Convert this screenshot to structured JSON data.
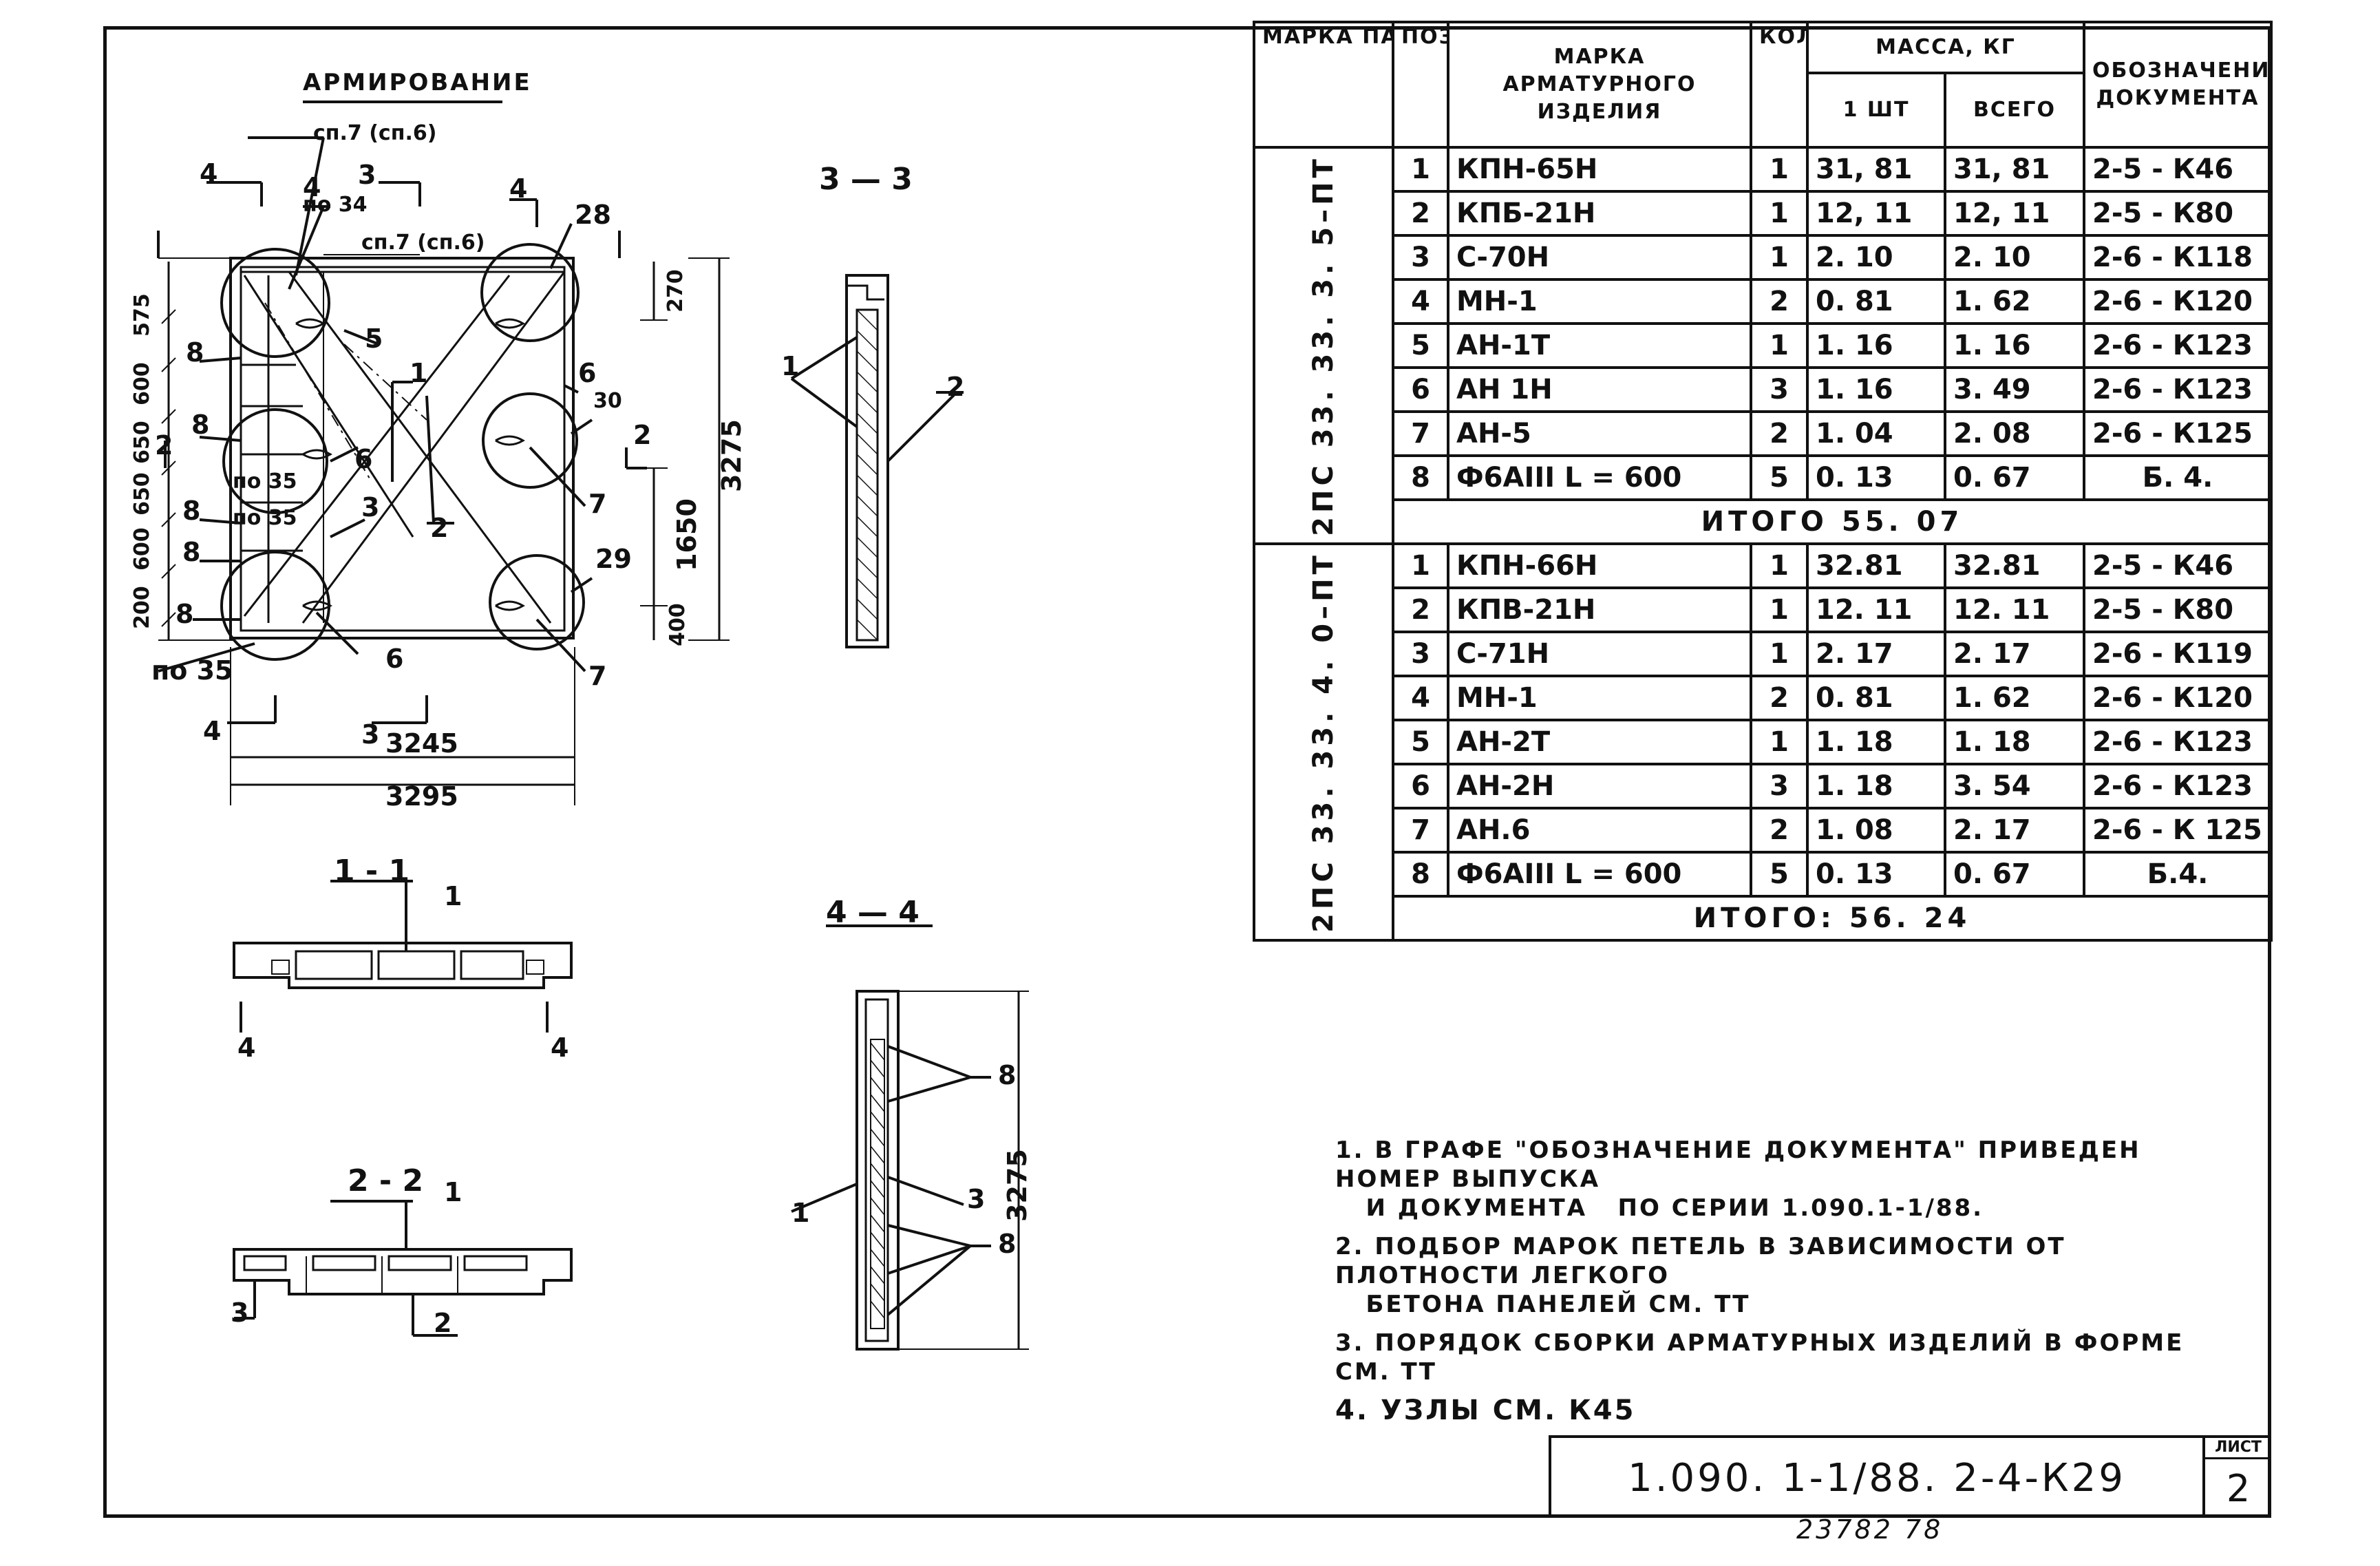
{
  "drawing": {
    "title": "АРМИРОВАНИЕ",
    "labels": {
      "sp7_sp6_top": "сп.7 (сп.6)",
      "sp7_sp6_mid": "сп.7 (сп.6)",
      "po34": "по 34",
      "po35a": "по 35",
      "po35b": "по 35",
      "po35c": "по 35",
      "n4a": "4",
      "n4b": "4",
      "n4c": "4",
      "n4d": "4",
      "n3a": "3",
      "n3b": "3",
      "n2a": "2",
      "n2b": "2",
      "n28": "28",
      "n29": "29",
      "n30": "30",
      "n8a": "8",
      "n8b": "8",
      "n8c": "8",
      "n8d": "8",
      "n8e": "8",
      "n5": "5",
      "n6a": "6",
      "n6b": "6",
      "n6c": "6",
      "n7a": "7",
      "n7b": "7",
      "n1": "1",
      "n2c": "2",
      "n3c": "3",
      "d575": "575",
      "d600a": "600",
      "d650a": "650",
      "d650b": "650",
      "d600b": "600",
      "d200": "200",
      "d270": "270",
      "d3275": "3275",
      "d1650": "1650",
      "d400": "400",
      "d3245": "3245",
      "d3295": "3295"
    },
    "section33": {
      "title": "3 — 3",
      "n1": "1",
      "n2": "2"
    },
    "section11": {
      "title": "1 - 1",
      "n1": "1",
      "n4a": "4",
      "n4b": "4"
    },
    "section22": {
      "title": "2 - 2",
      "n1": "1",
      "n2": "2",
      "n3": "3"
    },
    "section44": {
      "title": "4 — 4",
      "n8a": "8",
      "n8b": "8",
      "n3": "3",
      "n1": "1",
      "d3275": "3275"
    }
  },
  "table": {
    "headers": {
      "mark_panel": "МАРКА ПАНЕЛИ",
      "pos": "ПОЗ.",
      "mark_item_1": "МАРКА",
      "mark_item_2": "АРМАТУРНОГО",
      "mark_item_3": "ИЗДЕЛИЯ",
      "qty": "КОЛ",
      "mass": "МАССА, КГ",
      "mass_one": "1 ШТ",
      "mass_total": "ВСЕГО",
      "doc": "ОБОЗНАЧЕНИЕ ДОКУМЕНТА"
    },
    "groups": [
      {
        "panel": "2ПС 33. 33. 3. 5–ПТ",
        "rows": [
          {
            "pos": "1",
            "mark": "КПН-65Н",
            "qty": "1",
            "one": "31, 81",
            "total": "31, 81",
            "doc": "2-5 - К46"
          },
          {
            "pos": "2",
            "mark": "КПБ-21Н",
            "qty": "1",
            "one": "12, 11",
            "total": "12, 11",
            "doc": "2-5 - К80"
          },
          {
            "pos": "3",
            "mark": "С-70Н",
            "qty": "1",
            "one": "2. 10",
            "total": "2. 10",
            "doc": "2-6 - К118"
          },
          {
            "pos": "4",
            "mark": "МН-1",
            "qty": "2",
            "one": "0. 81",
            "total": "1. 62",
            "doc": "2-6 - К120"
          },
          {
            "pos": "5",
            "mark": "АН-1Т",
            "qty": "1",
            "one": "1. 16",
            "total": "1. 16",
            "doc": "2-6 - К123"
          },
          {
            "pos": "6",
            "mark": "АН 1Н",
            "qty": "3",
            "one": "1. 16",
            "total": "3. 49",
            "doc": "2-6 - К123"
          },
          {
            "pos": "7",
            "mark": "АН-5",
            "qty": "2",
            "one": "1. 04",
            "total": "2. 08",
            "doc": "2-6 - К125"
          },
          {
            "pos": "8",
            "mark": "Ф6АIII     L = 600",
            "qty": "5",
            "one": "0. 13",
            "total": "0. 67",
            "doc": "Б. 4."
          }
        ],
        "total": "ИТОГО    55. 07"
      },
      {
        "panel": "2ПС 33. 33. 4. 0–ПТ",
        "rows": [
          {
            "pos": "1",
            "mark": "КПН-66Н",
            "qty": "1",
            "one": "32.81",
            "total": "32.81",
            "doc": "2-5 - К46"
          },
          {
            "pos": "2",
            "mark": "КПВ-21Н",
            "qty": "1",
            "one": "12. 11",
            "total": "12. 11",
            "doc": "2-5 - К80"
          },
          {
            "pos": "3",
            "mark": "С-71Н",
            "qty": "1",
            "one": "2. 17",
            "total": "2. 17",
            "doc": "2-6 - К119"
          },
          {
            "pos": "4",
            "mark": "МН-1",
            "qty": "2",
            "one": "0. 81",
            "total": "1. 62",
            "doc": "2-6 - К120"
          },
          {
            "pos": "5",
            "mark": "АН-2Т",
            "qty": "1",
            "one": "1. 18",
            "total": "1. 18",
            "doc": "2-6 - К123"
          },
          {
            "pos": "6",
            "mark": "АН-2Н",
            "qty": "3",
            "one": "1. 18",
            "total": "3. 54",
            "doc": "2-6 - К123"
          },
          {
            "pos": "7",
            "mark": "АН.6",
            "qty": "2",
            "one": "1. 08",
            "total": "2. 17",
            "doc": "2-6 - К 125"
          },
          {
            "pos": "8",
            "mark": "Ф6АIII   L = 600",
            "qty": "5",
            "one": "0. 13",
            "total": "0. 67",
            "doc": "Б.4."
          }
        ],
        "total": "ИТОГО:   56. 24"
      }
    ]
  },
  "notes": [
    "1. В ГРАФЕ \"ОБОЗНАЧЕНИЕ ДОКУМЕНТА\" ПРИВЕДЕН НОМЕР ВЫПУСКА",
    "   И ДОКУМЕНТА   ПО СЕРИИ 1.090.1-1/88.",
    "2. ПОДБОР МАРОК ПЕТЕЛЬ В ЗАВИСИМОСТИ ОТ ПЛОТНОСТИ ЛЕГКОГО",
    "   БЕТОНА ПАНЕЛЕЙ СМ. ТТ",
    "3. ПОРЯДОК СБОРКИ АРМАТУРНЫХ ИЗДЕЛИЙ В ФОРМЕ СМ. ТТ",
    "4. УЗЛЫ СМ. К45"
  ],
  "stamp": {
    "code": "1.090. 1-1/88. 2-4-К29",
    "sheet_label": "ЛИСТ",
    "sheet": "2"
  },
  "footer": {
    "docnum": "23782   78"
  }
}
